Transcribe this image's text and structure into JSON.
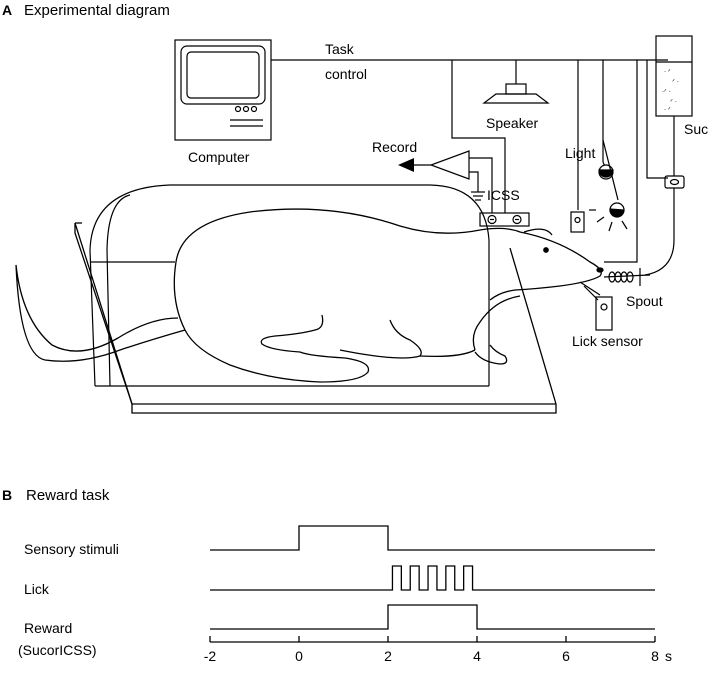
{
  "panel_a": {
    "letter": "A",
    "title": "Experimental diagram",
    "labels": {
      "computer": "Computer",
      "task": "Task",
      "control": "control",
      "speaker": "Speaker",
      "record": "Record",
      "icss": "ICSS",
      "light": "Light",
      "sucrose": "Suc",
      "spout": "Spout",
      "lick_sensor": "Lick sensor"
    }
  },
  "panel_b": {
    "letter": "B",
    "title": "Reward task",
    "rows": {
      "sensory": "Sensory stimuli",
      "lick": "Lick",
      "reward_line1": "Reward",
      "reward_line2": "(SucorICSS)"
    },
    "axis": {
      "ticks": [
        "-2",
        "0",
        "2",
        "4",
        "6",
        "8"
      ],
      "unit": "s"
    },
    "timing": {
      "sensory_on": [
        0,
        2
      ],
      "reward_on": [
        2,
        4
      ],
      "lick_pulses": [
        [
          2.1,
          2.3
        ],
        [
          2.5,
          2.7
        ],
        [
          2.9,
          3.1
        ],
        [
          3.3,
          3.5
        ],
        [
          3.7,
          3.9
        ]
      ],
      "range": [
        -2,
        8
      ]
    }
  }
}
